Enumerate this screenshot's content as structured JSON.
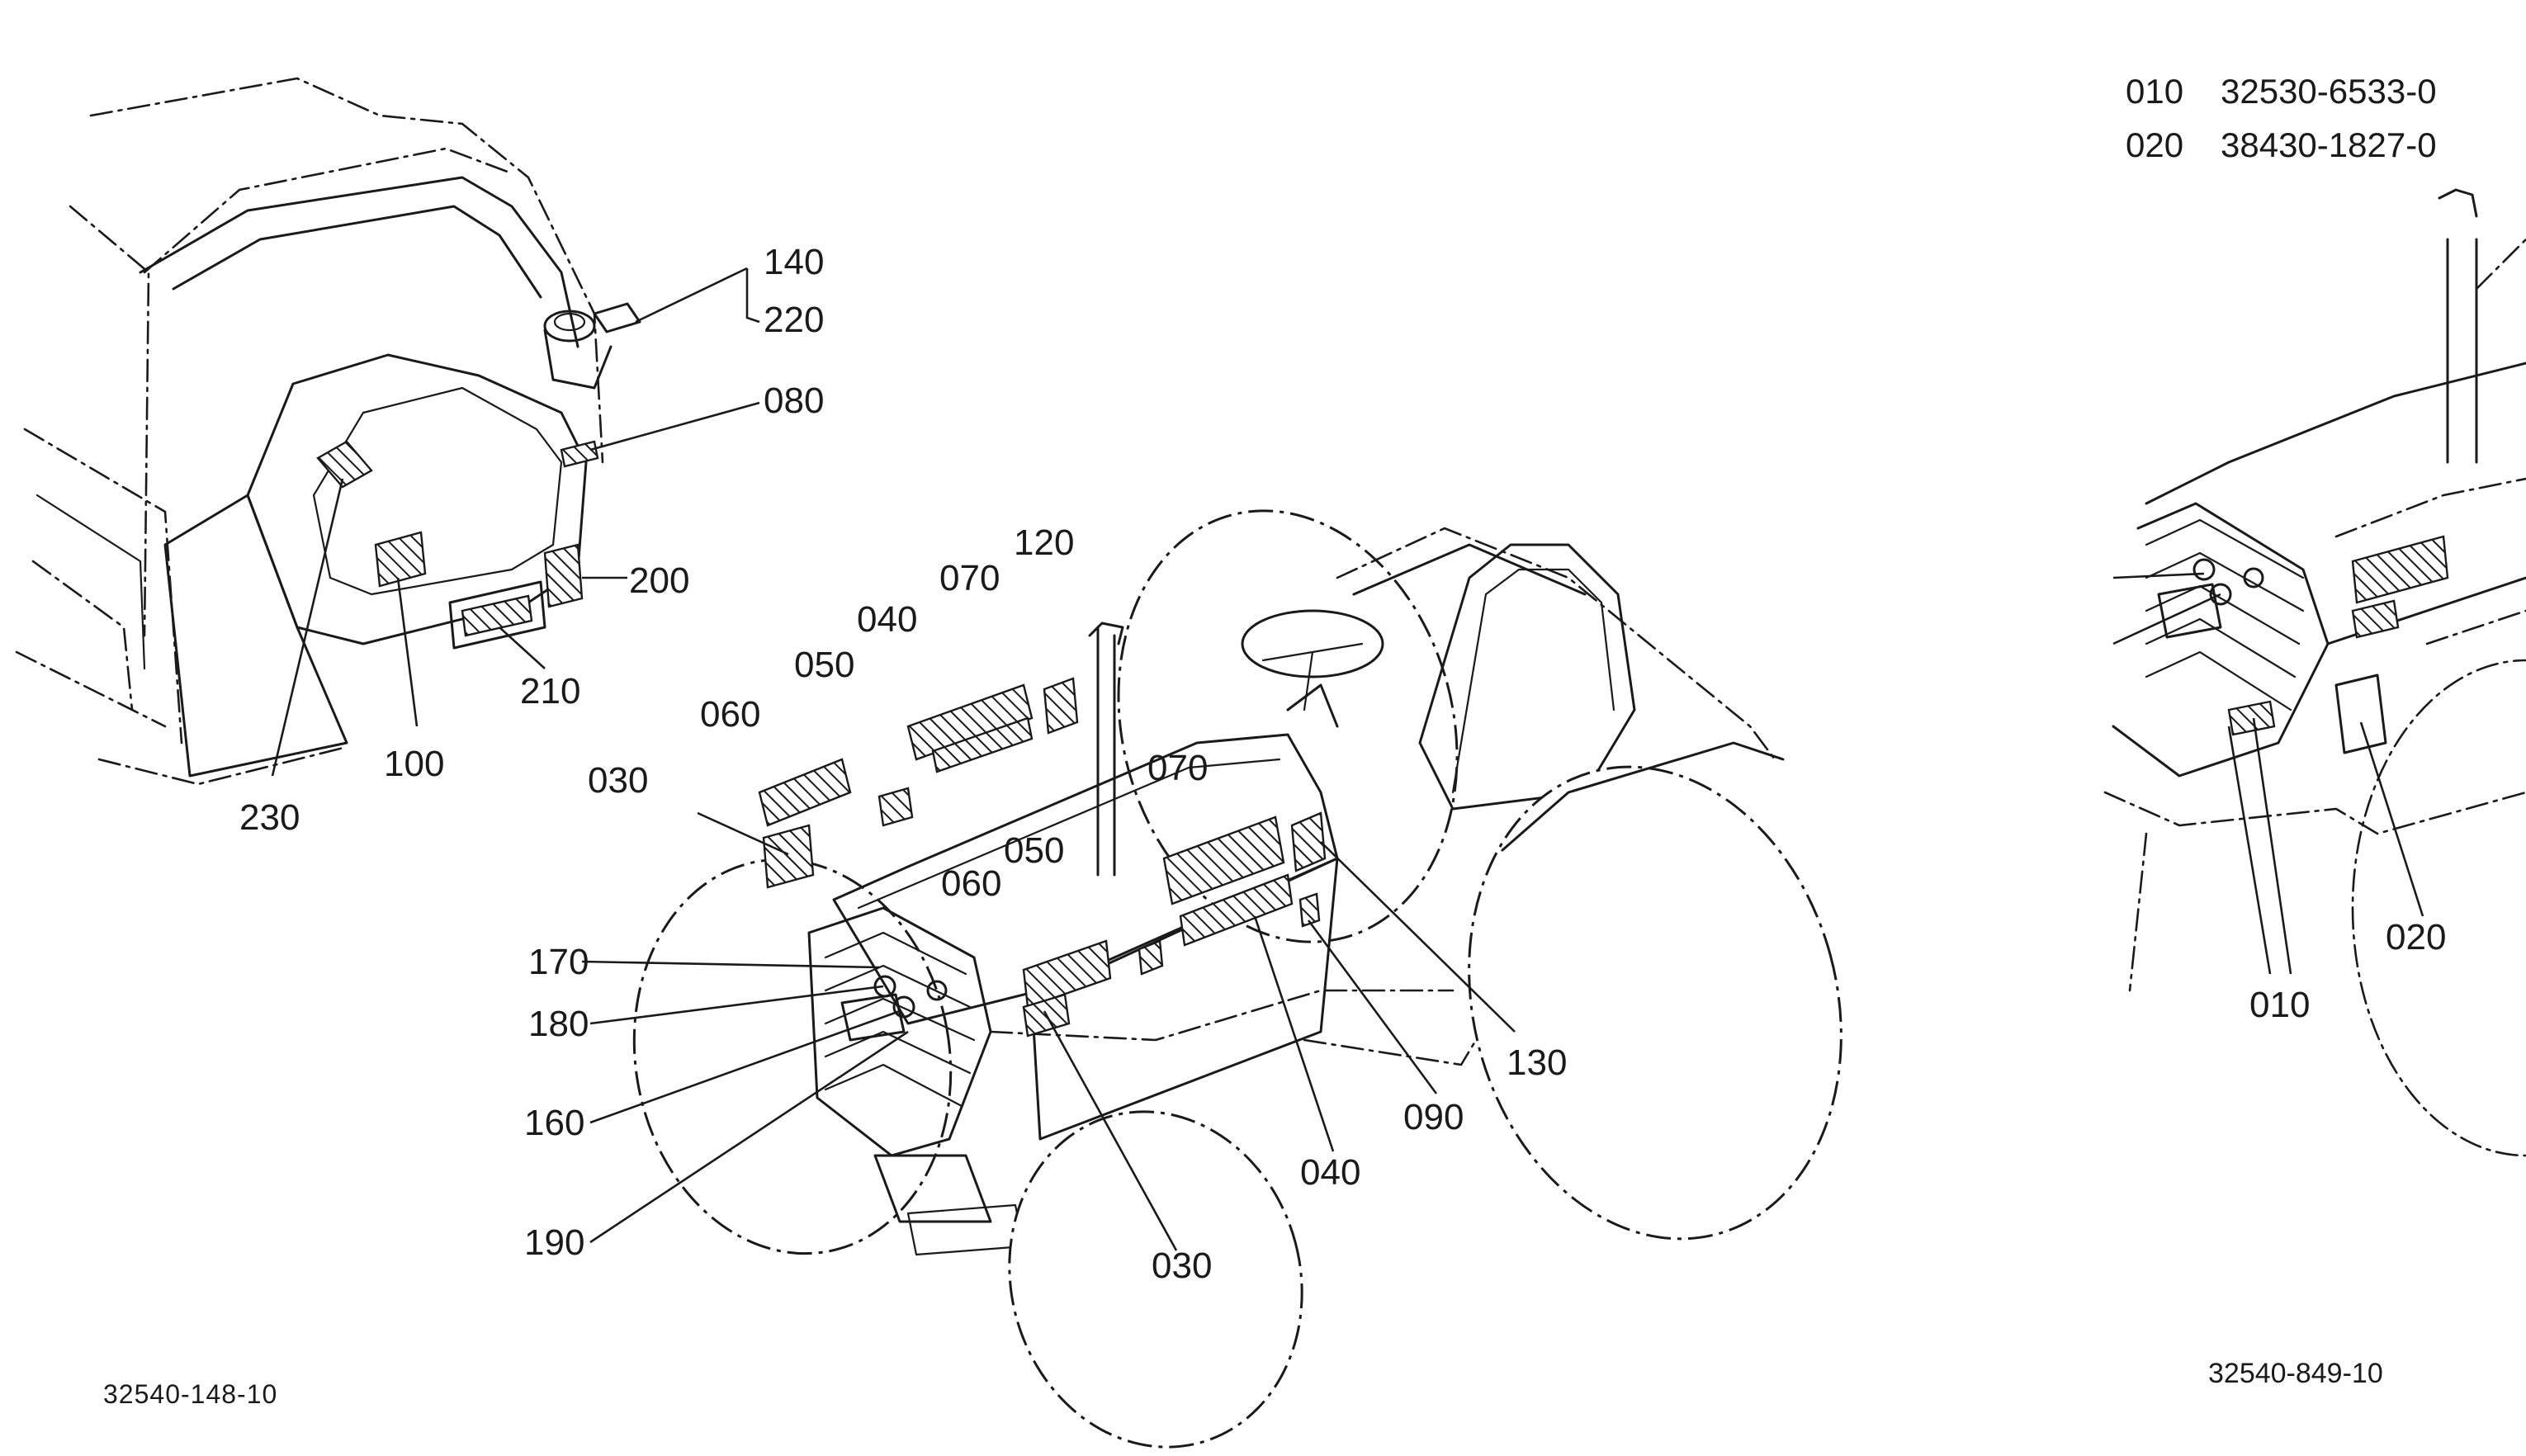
{
  "part_table": [
    {
      "ref": "010",
      "part_no": "32530-6533-0"
    },
    {
      "ref": "020",
      "part_no": "38430-1827-0"
    }
  ],
  "callouts": {
    "c140": "140",
    "c220": "220",
    "c080": "080",
    "c200": "200",
    "c210": "210",
    "c100": "100",
    "c230": "230",
    "c120": "120",
    "c070a": "070",
    "c040a": "040",
    "c050a": "050",
    "c060a": "060",
    "c030a": "030",
    "c070b": "070",
    "c050b": "050",
    "c060b": "060",
    "c170": "170",
    "c180": "180",
    "c160": "160",
    "c190": "190",
    "c030b": "030",
    "c040b": "040",
    "c090": "090",
    "c130": "130",
    "c020": "020",
    "c010": "010"
  },
  "figure_codes": {
    "left": "32540-148-10",
    "right": "32540-849-10"
  }
}
